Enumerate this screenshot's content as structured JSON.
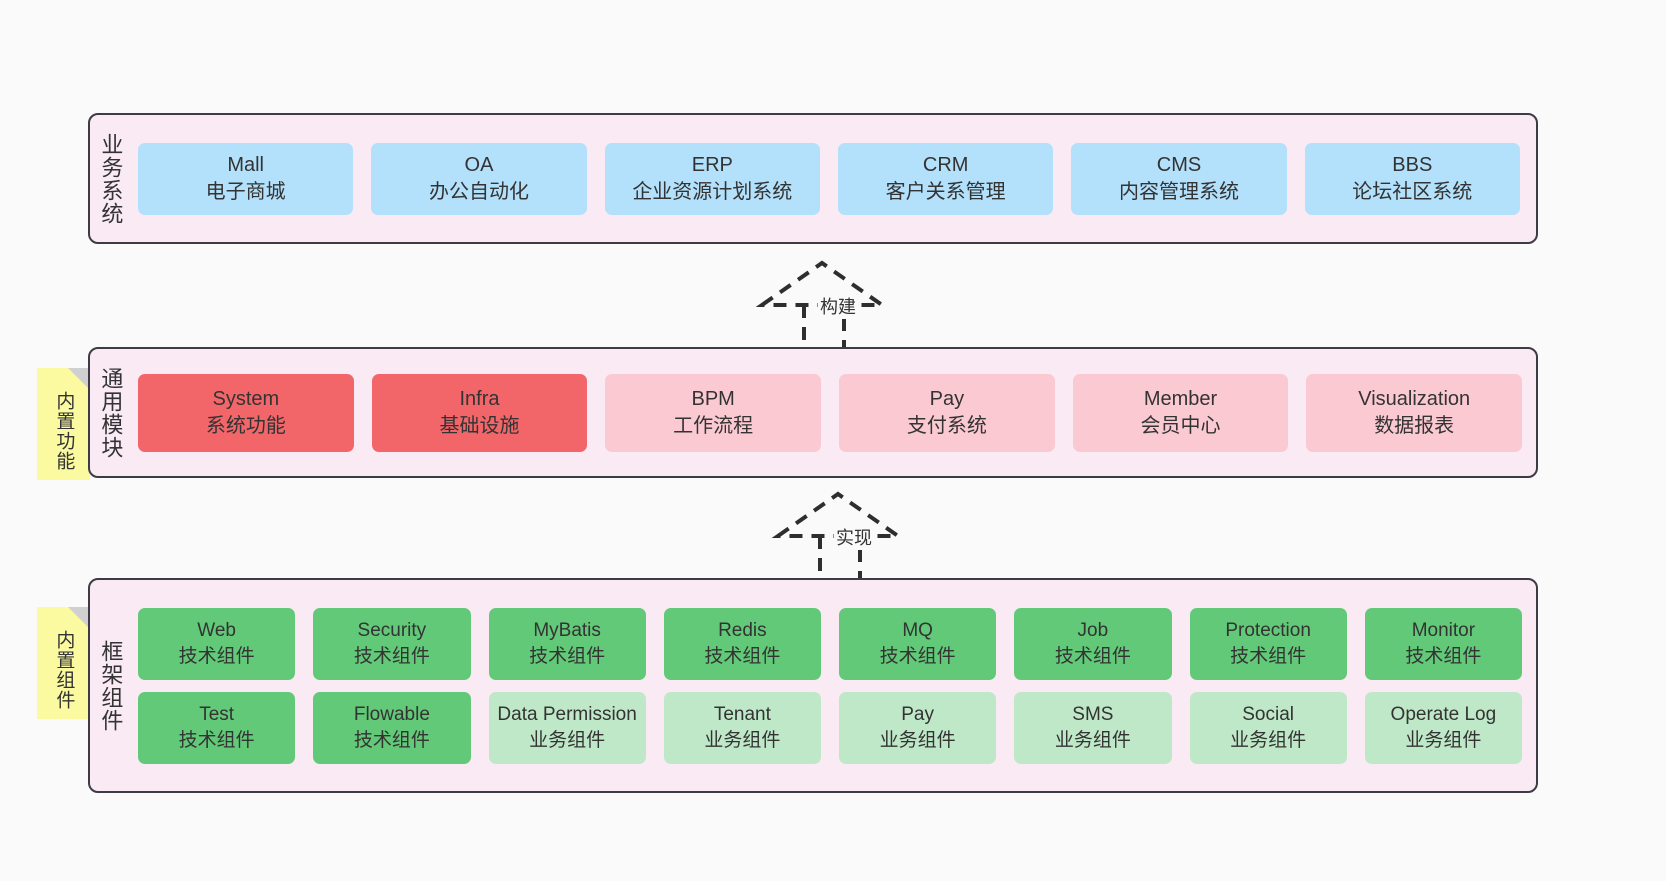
{
  "diagram": {
    "background_color": "#fafafa",
    "panel_fill": "#f9eaf4",
    "panel_border": "#3f3b44",
    "sticky_fill": "#fbfaa0",
    "colors": {
      "blue": "#b3e0fb",
      "red": "#f2666a",
      "pink": "#fbc9d2",
      "green": "#61c977",
      "light_green": "#bfe8c8"
    }
  },
  "layers": {
    "business": {
      "label": "业务系统",
      "cards": [
        {
          "title": "Mall",
          "sub": "电子商城",
          "color": "blue"
        },
        {
          "title": "OA",
          "sub": "办公自动化",
          "color": "blue"
        },
        {
          "title": "ERP",
          "sub": "企业资源计划系统",
          "color": "blue"
        },
        {
          "title": "CRM",
          "sub": "客户关系管理",
          "color": "blue"
        },
        {
          "title": "CMS",
          "sub": "内容管理系统",
          "color": "blue"
        },
        {
          "title": "BBS",
          "sub": "论坛社区系统",
          "color": "blue"
        }
      ]
    },
    "common": {
      "label": "通用模块",
      "sticky": "内置功能",
      "cards": [
        {
          "title": "System",
          "sub": "系统功能",
          "color": "red"
        },
        {
          "title": "Infra",
          "sub": "基础设施",
          "color": "red"
        },
        {
          "title": "BPM",
          "sub": "工作流程",
          "color": "pink"
        },
        {
          "title": "Pay",
          "sub": "支付系统",
          "color": "pink"
        },
        {
          "title": "Member",
          "sub": "会员中心",
          "color": "pink"
        },
        {
          "title": "Visualization",
          "sub": "数据报表",
          "color": "pink"
        }
      ]
    },
    "framework": {
      "label": "框架组件",
      "sticky": "内置组件",
      "row1": [
        {
          "title": "Web",
          "sub": "技术组件",
          "color": "green"
        },
        {
          "title": "Security",
          "sub": "技术组件",
          "color": "green"
        },
        {
          "title": "MyBatis",
          "sub": "技术组件",
          "color": "green"
        },
        {
          "title": "Redis",
          "sub": "技术组件",
          "color": "green"
        },
        {
          "title": "MQ",
          "sub": "技术组件",
          "color": "green"
        },
        {
          "title": "Job",
          "sub": "技术组件",
          "color": "green"
        },
        {
          "title": "Protection",
          "sub": "技术组件",
          "color": "green"
        },
        {
          "title": "Monitor",
          "sub": "技术组件",
          "color": "green"
        }
      ],
      "row2": [
        {
          "title": "Test",
          "sub": "技术组件",
          "color": "green"
        },
        {
          "title": "Flowable",
          "sub": "技术组件",
          "color": "green"
        },
        {
          "title": "Data Permission",
          "sub": "业务组件",
          "color": "light_green"
        },
        {
          "title": "Tenant",
          "sub": "业务组件",
          "color": "light_green"
        },
        {
          "title": "Pay",
          "sub": "业务组件",
          "color": "light_green"
        },
        {
          "title": "SMS",
          "sub": "业务组件",
          "color": "light_green"
        },
        {
          "title": "Social",
          "sub": "业务组件",
          "color": "light_green"
        },
        {
          "title": "Operate Log",
          "sub": "业务组件",
          "color": "light_green"
        }
      ]
    }
  },
  "connectors": {
    "build": {
      "label": "构建"
    },
    "implement": {
      "label": "实现"
    }
  }
}
